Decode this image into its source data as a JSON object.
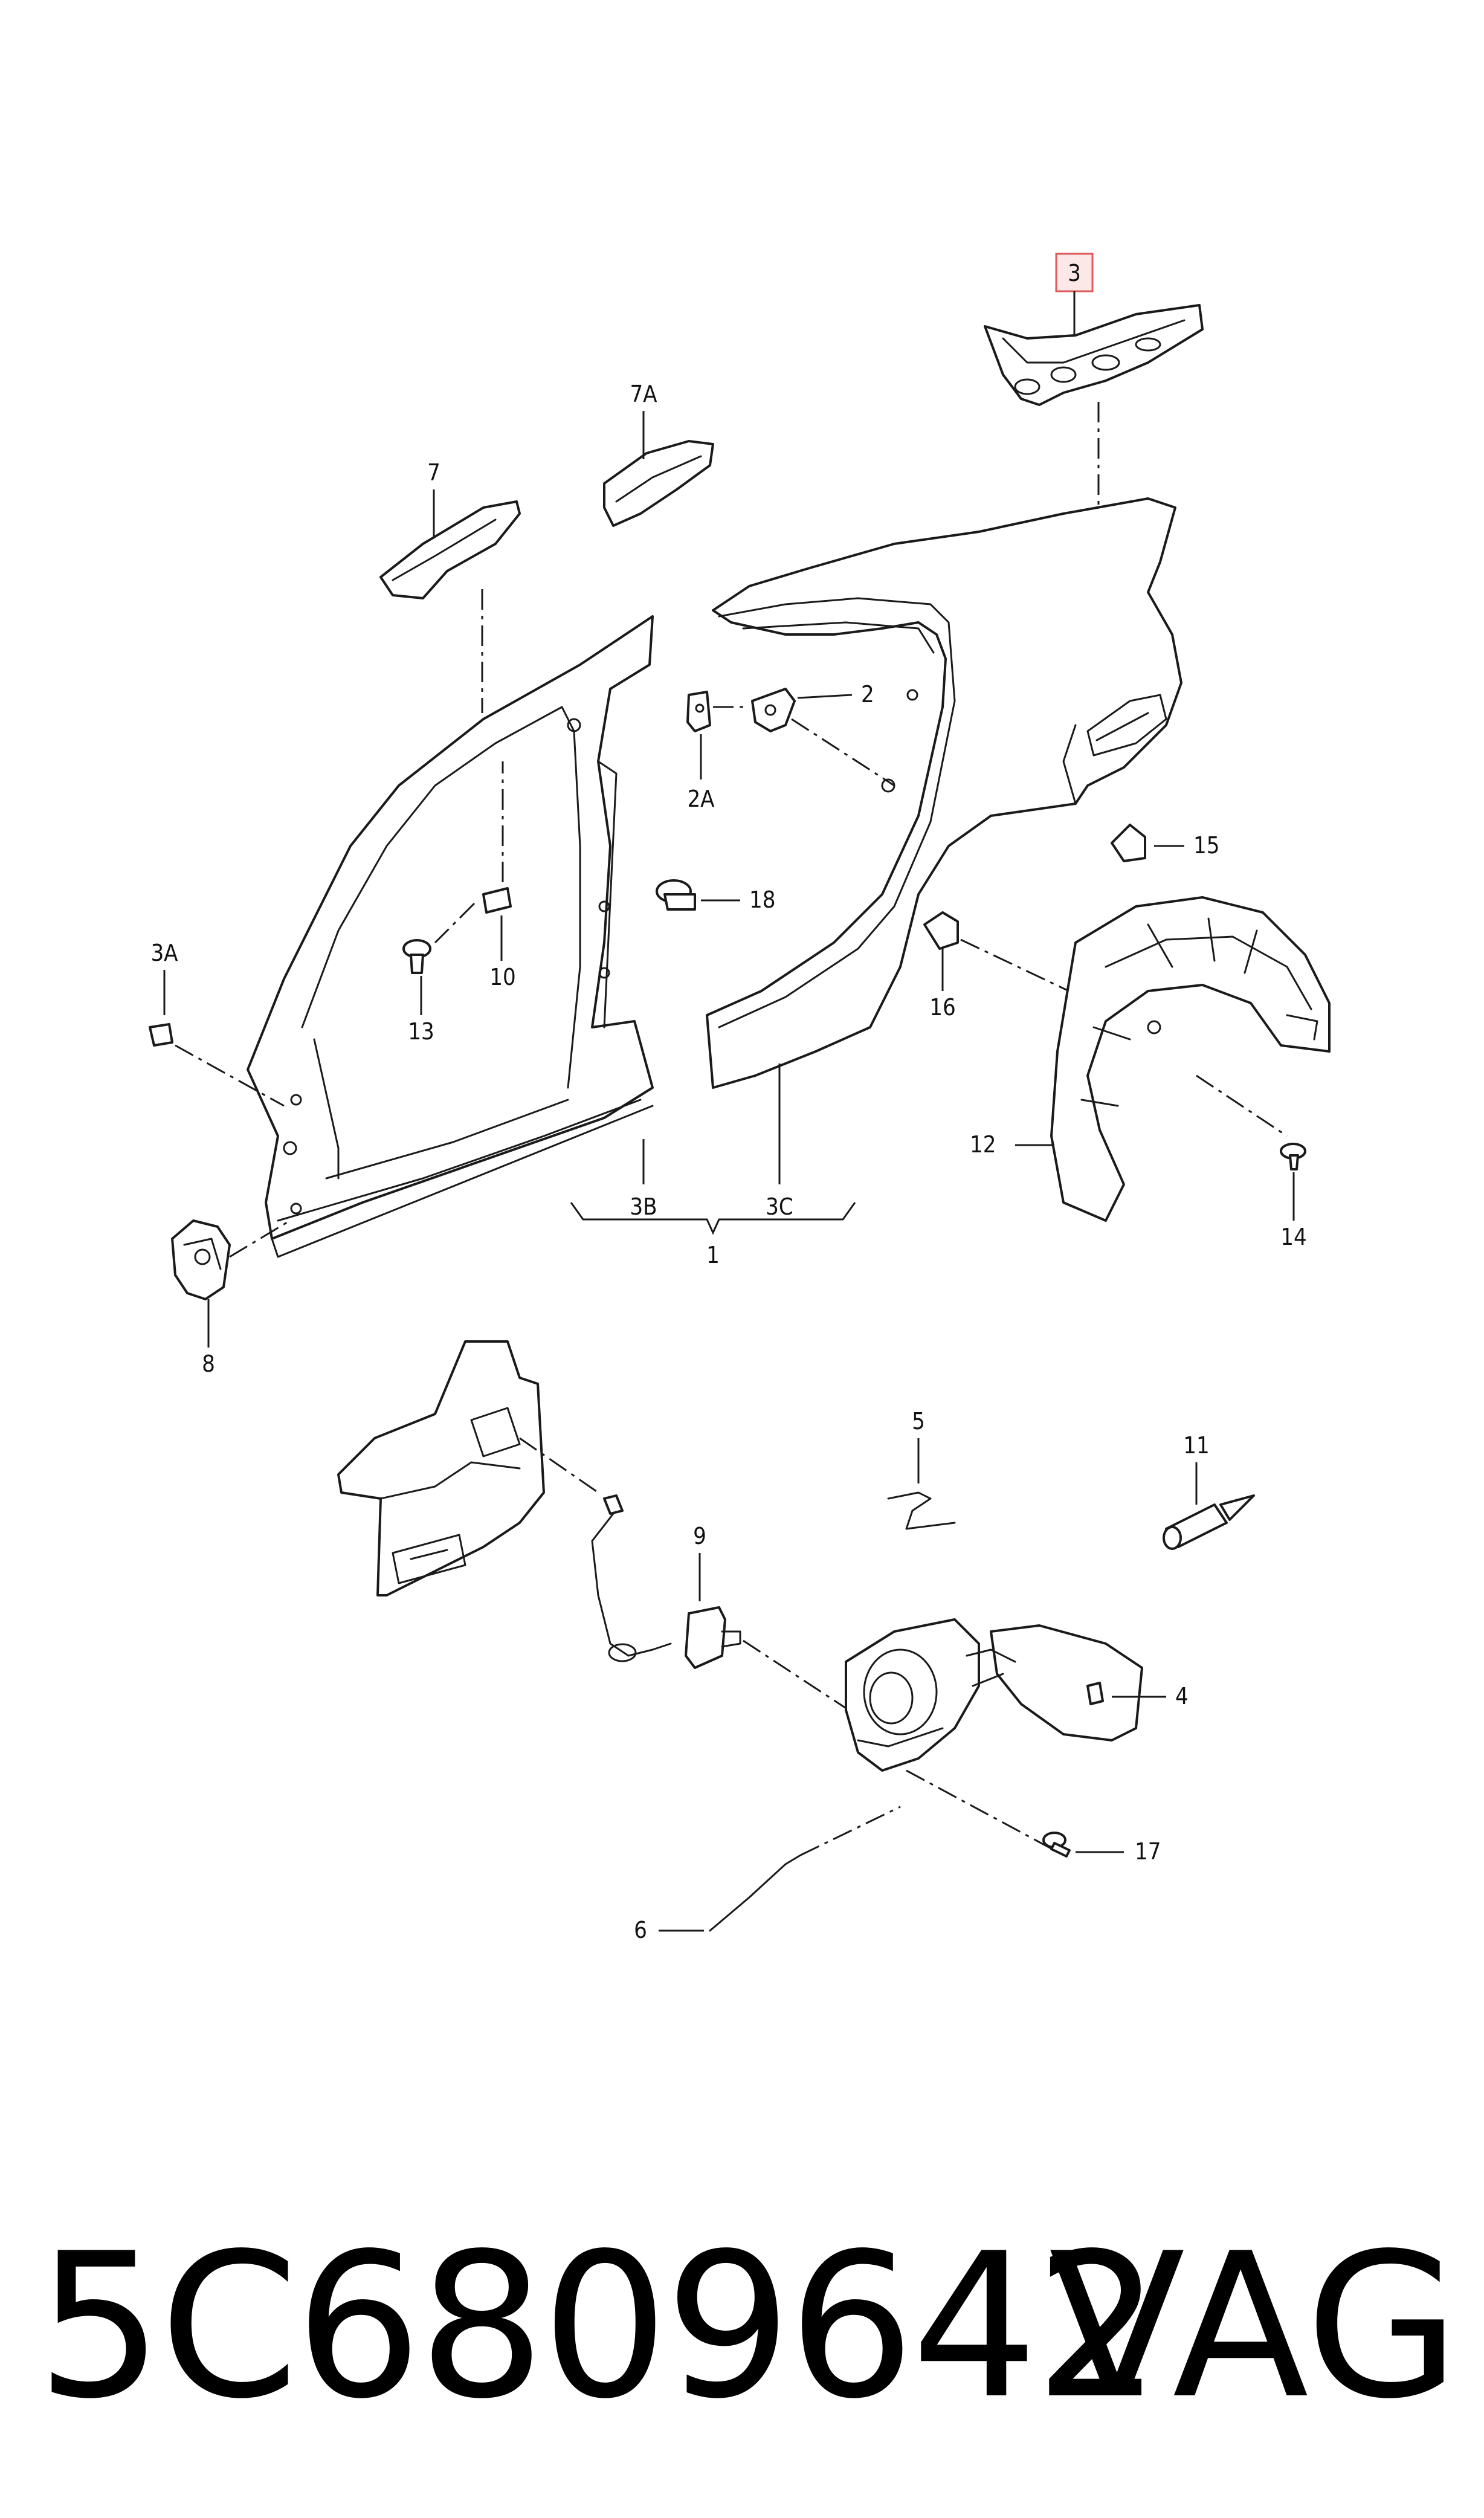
{
  "callouts": {
    "c1": "1",
    "c2": "2",
    "c2A": "2A",
    "c3": "3",
    "c3A": "3A",
    "c3B": "3B",
    "c3C": "3C",
    "c4": "4",
    "c5": "5",
    "c6": "6",
    "c7": "7",
    "c7A": "7A",
    "c8": "8",
    "c9": "9",
    "c10": "10",
    "c11": "11",
    "c12": "12",
    "c13": "13",
    "c14": "14",
    "c15": "15",
    "c16": "16",
    "c17": "17",
    "c18": "18"
  },
  "highlighted_callout": "3",
  "colors": {
    "line": "#1a1a1a",
    "highlight_border": "#e05a5a",
    "highlight_fill": "#fde8e8"
  },
  "footer": {
    "part_number": "5C6809642",
    "brand": "VAG"
  }
}
